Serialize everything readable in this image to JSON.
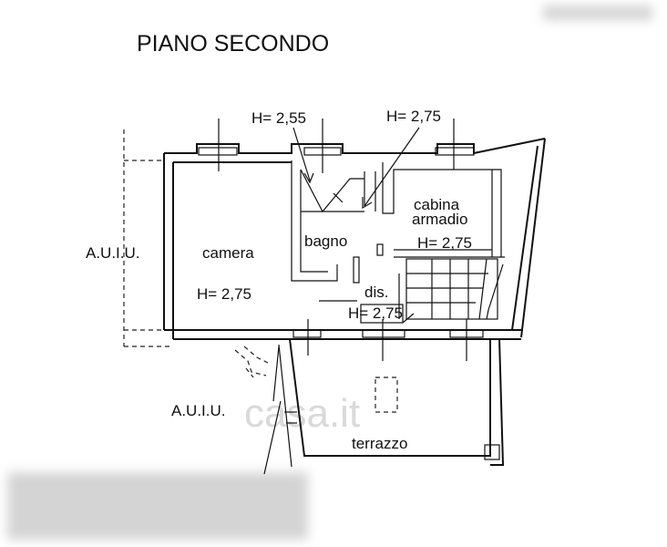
{
  "title": "PIANO SECONDO",
  "labels": {
    "aui_left": "A.U.I.U.",
    "aui_bottom": "A.U.I.U.",
    "camera": "camera",
    "camera_h": "H= 2,75",
    "bagno": "bagno",
    "bagno_h": "H= 2,55",
    "corridor_h": "H= 2,75",
    "cabina_1": "cabina",
    "cabina_2": "armadio",
    "cabina_h": "H= 2,75",
    "dis": "dis.",
    "dis_h": "H= 2,75",
    "terrazzo": "terrazzo",
    "watermark": "casa.it"
  },
  "colors": {
    "line": "#111111",
    "watermark": "#d9d9d9"
  }
}
